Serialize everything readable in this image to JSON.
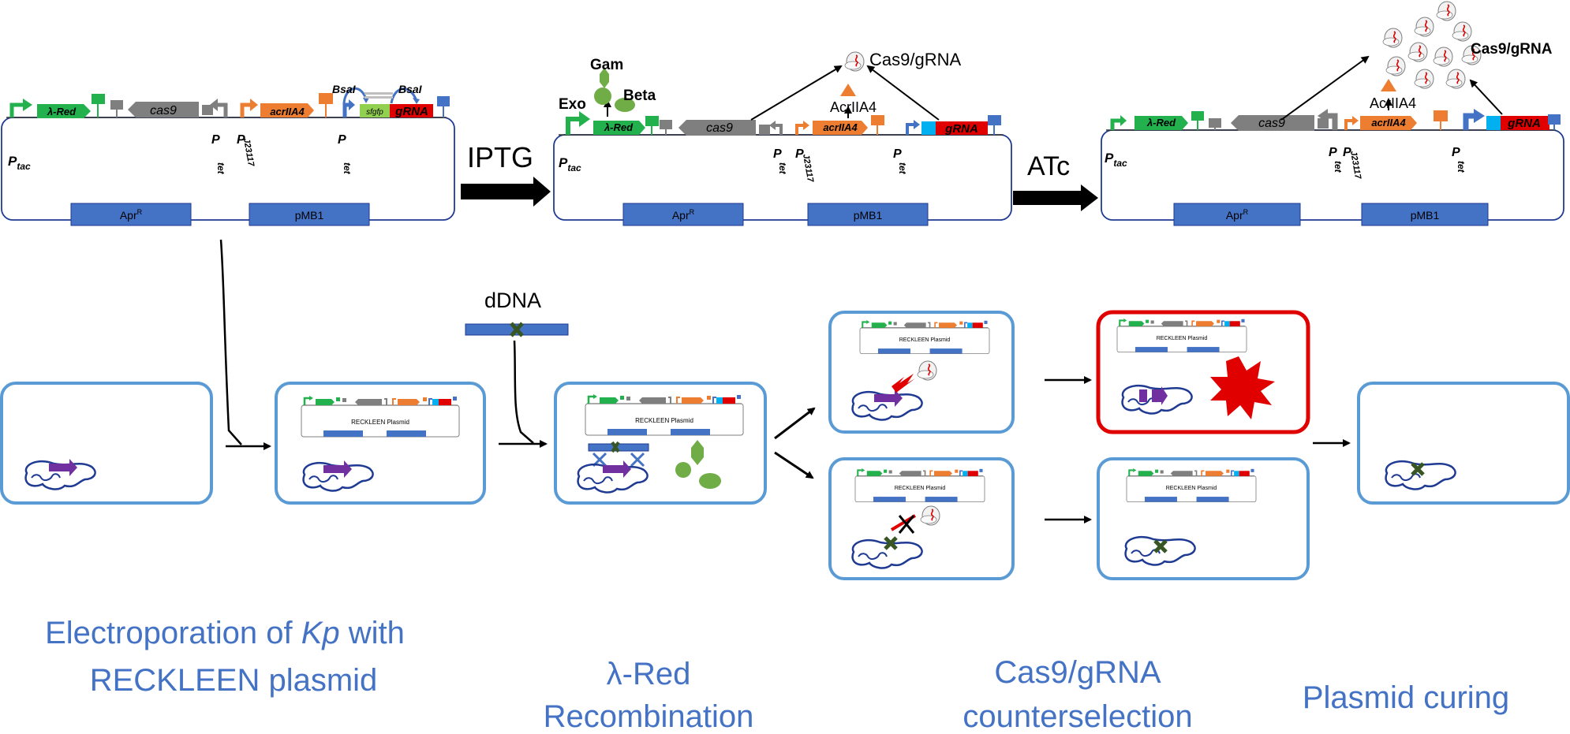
{
  "colors": {
    "green": "#22b14c",
    "gray": "#7f7f7f",
    "orange": "#ed7d31",
    "blue": "#4472c4",
    "light_blue_frame": "#5b9bd5",
    "red": "#e00000",
    "dark_green_x": "#375623",
    "purple": "#7030a0",
    "navy": "#1f3a93",
    "lime": "#92d050",
    "cyan": "#00b0f0",
    "protein_green": "#70ad47",
    "caption": "#4472c4"
  },
  "plasmids": [
    {
      "genes": {
        "lambda_red": "λ-Red",
        "cas9": "cas9",
        "acr": "acrIIA4",
        "sfgfp": "sfgfp",
        "grna": "gRNA"
      },
      "promoters": {
        "ptac": "P",
        "ptac_sub": "tac",
        "ptet1": "P",
        "ptet1_sub": "tet",
        "pj": "P",
        "pj_sub": "J23117",
        "ptet2": "P",
        "ptet2_sub": "tet"
      },
      "markers": {
        "apr": "Apr",
        "apr_sup": "R",
        "ori": "pMB1"
      },
      "bsai_left": "BsaI",
      "bsai_right": "BsaI"
    },
    {
      "genes": {
        "lambda_red": "λ-Red",
        "cas9": "cas9",
        "acr": "acrIIA4",
        "grna": "gRNA"
      },
      "promoters": {
        "ptac": "P",
        "ptac_sub": "tac",
        "ptet1": "P",
        "ptet1_sub": "tet",
        "pj": "P",
        "pj_sub": "J23117",
        "ptet2": "P",
        "ptet2_sub": "tet"
      },
      "markers": {
        "apr": "Apr",
        "apr_sup": "R",
        "ori": "pMB1"
      },
      "proteins": {
        "gam": "Gam",
        "exo": "Exo",
        "beta": "Beta"
      },
      "acr_protein": "AcrIIA4",
      "cas9_label": "Cas9/gRNA"
    },
    {
      "genes": {
        "lambda_red": "λ-Red",
        "cas9": "cas9",
        "acr": "acrIIA4",
        "grna": "gRNA"
      },
      "promoters": {
        "ptac": "P",
        "ptac_sub": "tac",
        "ptet1": "P",
        "ptet1_sub": "tet",
        "pj": "P",
        "pj_sub": "J23117",
        "ptet2": "P",
        "ptet2_sub": "tet"
      },
      "markers": {
        "apr": "Apr",
        "apr_sup": "R",
        "ori": "pMB1"
      },
      "acr_protein": "AcrIIA4",
      "cas9_label": "Cas9/gRNA"
    }
  ],
  "inducers": {
    "iptg": "IPTG",
    "atc": "ATc"
  },
  "ddna_label": "dDNA",
  "mini_plasmid_label": "RECKLEEN Plasmid",
  "captions": {
    "step1_a": "Electroporation of ",
    "step1_kp": "Kp",
    "step1_b": " with",
    "step1_c": "RECKLEEN plasmid",
    "step2_a": "λ-Red",
    "step2_b": "Recombination",
    "step3_a": "Cas9/gRNA",
    "step3_b": "counterselection",
    "step4": "Plasmid curing"
  }
}
